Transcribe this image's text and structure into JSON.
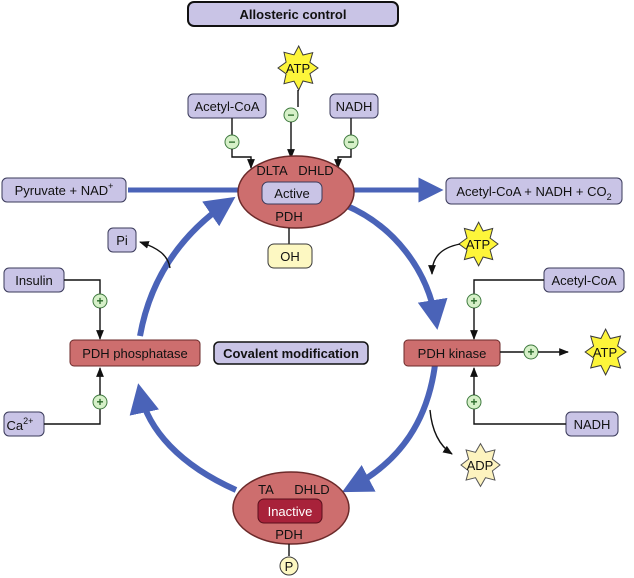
{
  "header": {
    "allosteric_title": "Allosteric control",
    "covalent_title": "Covalent modification"
  },
  "active_pdh": {
    "top_left": "DLTA",
    "top_right": "DHLD",
    "state": "Active",
    "name": "PDH",
    "group": "OH"
  },
  "inactive_pdh": {
    "top_left": "TA",
    "top_right": "DHLD",
    "state": "Inactive",
    "name": "PDH",
    "group": "P"
  },
  "reaction": {
    "substrate_main": "Pyruvate + NAD",
    "substrate_sup": "+",
    "product_main": "Acetyl-CoA + NADH + CO",
    "product_sub": "2"
  },
  "allosteric": {
    "atp": "ATP",
    "acetylcoa": "Acetyl-CoA",
    "nadh": "NADH"
  },
  "phosphatase": {
    "label": "PDH phosphatase",
    "product": "Pi",
    "insulin": "Insulin",
    "calcium_main": "Ca",
    "calcium_sup": "2+"
  },
  "kinase": {
    "label": "PDH kinase",
    "atp_in": "ATP",
    "acetylcoa": "Acetyl-CoA",
    "nadh": "NADH",
    "atp_out": "ATP",
    "adp": "ADP"
  },
  "signs": {
    "minus": "−",
    "plus": "+"
  },
  "colors": {
    "lavender": "#c9c4e6",
    "lavender_stroke": "#3a3a5a",
    "enzyme_fill": "#cd6e6e",
    "inactive_fill": "#a8223a",
    "star_fill": "#fdf53a",
    "adp_fill": "#fdf3bf",
    "cycle_arrow": "#4a63b8",
    "sign_fill": "#d6f0c8"
  }
}
